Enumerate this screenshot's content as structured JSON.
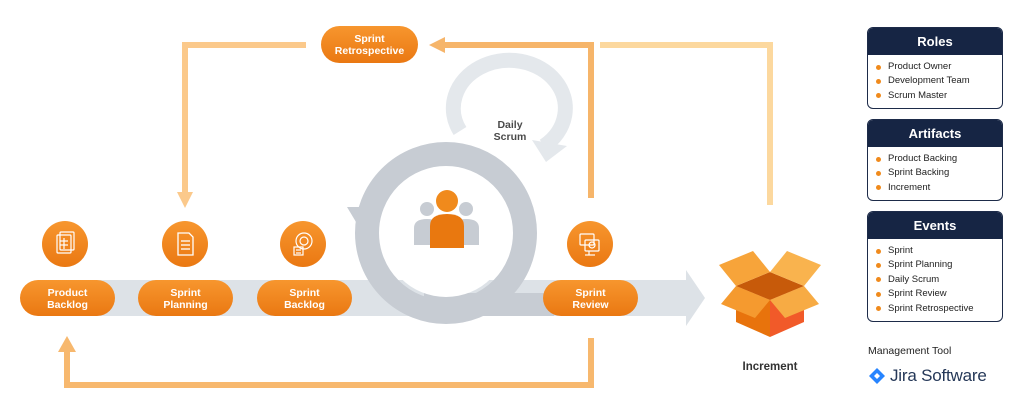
{
  "stages": {
    "product_backlog": [
      "Product",
      "Backlog"
    ],
    "sprint_planning": [
      "Sprint",
      "Planning"
    ],
    "sprint_backlog": [
      "Sprint",
      "Backlog"
    ],
    "sprint_review": [
      "Sprint",
      "Review"
    ],
    "sprint_retrospective": [
      "Sprint",
      "Retrospective"
    ],
    "daily_scrum": [
      "Daily",
      "Scrum"
    ],
    "increment": "Increment"
  },
  "icons": {
    "product_backlog": "grid-document-icon",
    "sprint_planning": "document-list-icon",
    "sprint_backlog": "target-document-icon",
    "sprint_review": "monitor-review-icon",
    "team": "team-people-icon",
    "increment": "open-box-icon",
    "jira": "jira-logo-icon"
  },
  "panels": {
    "roles": {
      "title": "Roles",
      "items": [
        "Product Owner",
        "Development Team",
        "Scrum Master"
      ]
    },
    "artifacts": {
      "title": "Artifacts",
      "items": [
        "Product Backing",
        "Sprint Backing",
        "Increment"
      ]
    },
    "events": {
      "title": "Events",
      "items": [
        "Sprint",
        "Sprint Planning",
        "Daily Scrum",
        "Sprint Review",
        "Sprint Retrospective"
      ]
    }
  },
  "management": {
    "label": "Management Tool",
    "tool_name": "Jira Software"
  },
  "colors": {
    "orange": "#f08a1c",
    "orange_dark": "#e0700f",
    "flow_light": "#fbd9a6",
    "flow_mid": "#f6b56a",
    "gray_arrow": "#d2d8de",
    "cycle_gray": "#c7ccd3",
    "navy": "#162544",
    "jira_blue": "#2684ff"
  }
}
